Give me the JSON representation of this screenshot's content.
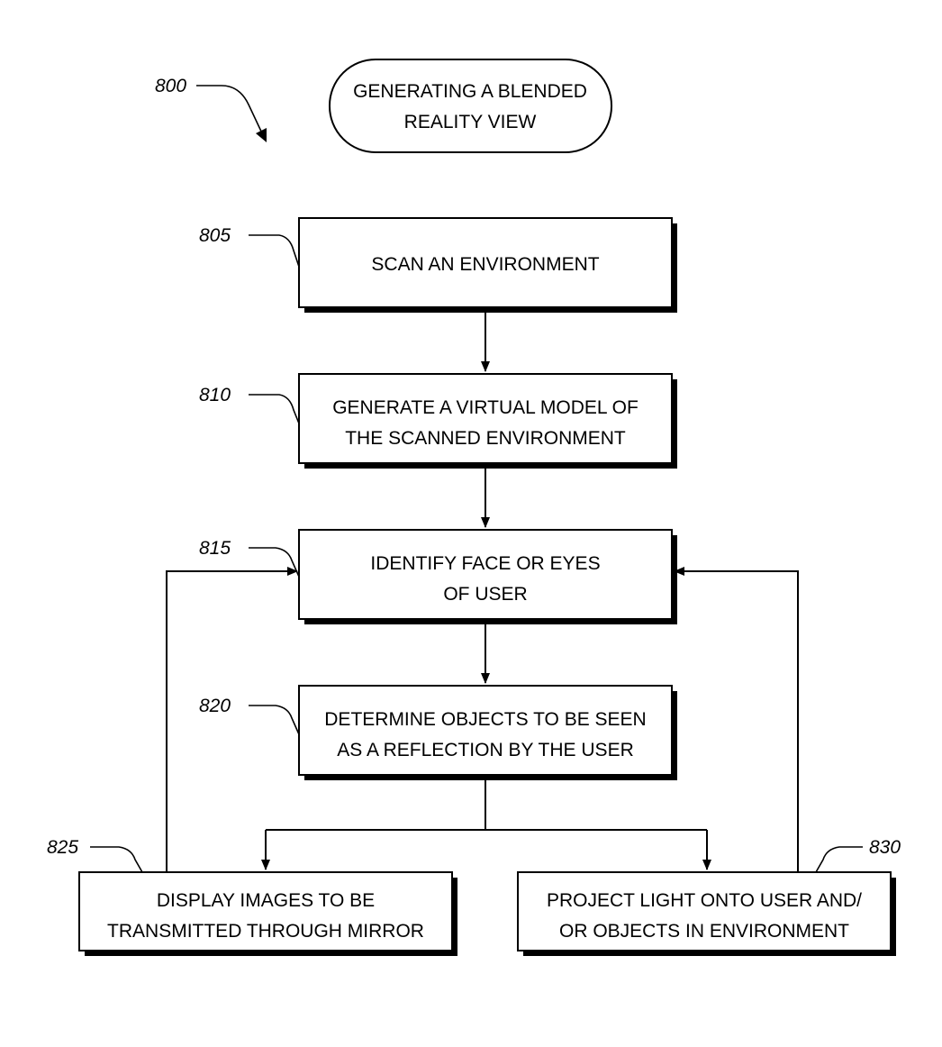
{
  "figure_number": "800",
  "start": {
    "ref": "",
    "lines": [
      "GENERATING A BLENDED",
      "REALITY VIEW"
    ]
  },
  "steps": [
    {
      "ref": "805",
      "lines": [
        "SCAN AN ENVIRONMENT"
      ]
    },
    {
      "ref": "810",
      "lines": [
        "GENERATE A VIRTUAL MODEL OF",
        "THE SCANNED ENVIRONMENT"
      ]
    },
    {
      "ref": "815",
      "lines": [
        "IDENTIFY FACE OR EYES",
        "OF USER"
      ]
    },
    {
      "ref": "820",
      "lines": [
        "DETERMINE OBJECTS TO BE SEEN",
        "AS A REFLECTION BY THE USER"
      ]
    },
    {
      "ref": "825",
      "lines": [
        "DISPLAY IMAGES TO BE",
        "TRANSMITTED THROUGH MIRROR"
      ]
    },
    {
      "ref": "830",
      "lines": [
        "PROJECT LIGHT ONTO USER AND/",
        "OR OBJECTS IN ENVIRONMENT"
      ]
    }
  ]
}
